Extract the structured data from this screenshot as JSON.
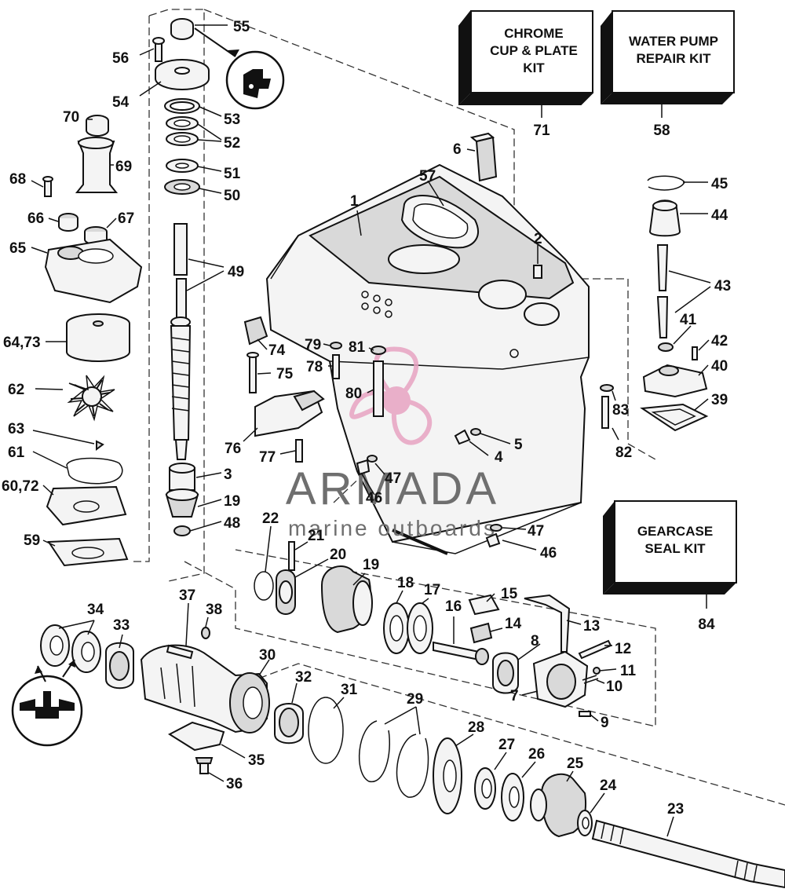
{
  "kits": [
    {
      "name": "chrome-cup-plate-kit",
      "lines": [
        "CHROME",
        "CUP & PLATE",
        "KIT"
      ],
      "ref": "71"
    },
    {
      "name": "water-pump-repair-kit",
      "lines": [
        "WATER PUMP",
        "REPAIR KIT"
      ],
      "ref": "58"
    },
    {
      "name": "gearcase-seal-kit",
      "lines": [
        "GEARCASE",
        "SEAL KIT"
      ],
      "ref": "84"
    }
  ],
  "callouts": {
    "c1": "1",
    "c2": "2",
    "c3": "3",
    "c4": "4",
    "c5": "5",
    "c6": "6",
    "c7": "7",
    "c8": "8",
    "c9": "9",
    "c10": "10",
    "c11": "11",
    "c12": "12",
    "c13": "13",
    "c14": "14",
    "c15": "15",
    "c16": "16",
    "c17": "17",
    "c18": "18",
    "c19a": "19",
    "c19b": "19",
    "c20": "20",
    "c21": "21",
    "c22": "22",
    "c23": "23",
    "c24": "24",
    "c25": "25",
    "c26": "26",
    "c27": "27",
    "c28": "28",
    "c29": "29",
    "c30": "30",
    "c31": "31",
    "c32": "32",
    "c33": "33",
    "c34": "34",
    "c35": "35",
    "c36": "36",
    "c37": "37",
    "c38": "38",
    "c39": "39",
    "c40": "40",
    "c41": "41",
    "c42": "42",
    "c43": "43",
    "c44": "44",
    "c45": "45",
    "c46a": "46",
    "c46b": "46",
    "c47a": "47",
    "c47b": "47",
    "c48": "48",
    "c49": "49",
    "c50": "50",
    "c51": "51",
    "c52": "52",
    "c53": "53",
    "c54": "54",
    "c55": "55",
    "c56": "56",
    "c57": "57",
    "c59": "59",
    "c60": "60,72",
    "c61": "61",
    "c62": "62",
    "c63": "63",
    "c64": "64,73",
    "c65": "65",
    "c66": "66",
    "c67": "67",
    "c68": "68",
    "c69": "69",
    "c70": "70",
    "c74": "74",
    "c75": "75",
    "c76": "76",
    "c77": "77",
    "c78": "78",
    "c79": "79",
    "c80": "80",
    "c81": "81",
    "c82": "82",
    "c83": "83"
  },
  "watermark": {
    "brand": "ARMADA",
    "tagline": "marine outboards",
    "brand_color": "#e8a3c2",
    "text_color": "#6f6f6f"
  },
  "icons": [
    "lubricant-tube-icon",
    "seal-tool-icon",
    "propeller-logo-icon"
  ]
}
